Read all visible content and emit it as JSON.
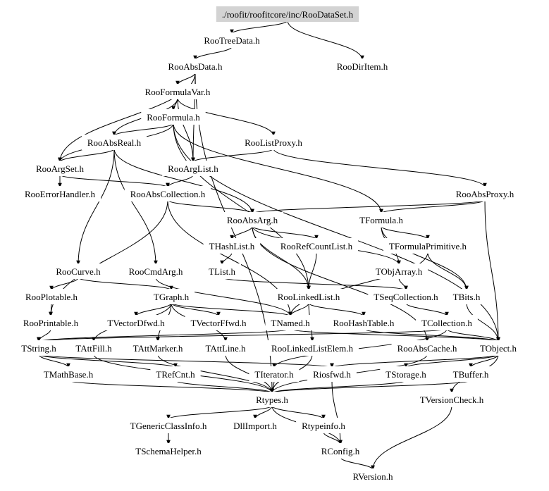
{
  "diagram": {
    "type": "include-dependency-graph",
    "root": "./roofit/roofitcore/inc/RooDataSet.h",
    "root_fill": "#d3d3d3",
    "edge_color": "#000000",
    "text_color": "#000000",
    "nodes": [
      {
        "id": "RooDataSet",
        "label": "./roofit/roofitcore/inc/RooDataSet.h",
        "root": true
      },
      {
        "id": "RooTreeData",
        "label": "RooTreeData.h"
      },
      {
        "id": "RooDirItem",
        "label": "RooDirItem.h"
      },
      {
        "id": "RooAbsData",
        "label": "RooAbsData.h"
      },
      {
        "id": "RooFormulaVar",
        "label": "RooFormulaVar.h"
      },
      {
        "id": "RooFormula",
        "label": "RooFormula.h"
      },
      {
        "id": "RooAbsReal",
        "label": "RooAbsReal.h"
      },
      {
        "id": "RooListProxy",
        "label": "RooListProxy.h"
      },
      {
        "id": "RooArgSet",
        "label": "RooArgSet.h"
      },
      {
        "id": "RooArgList",
        "label": "RooArgList.h"
      },
      {
        "id": "RooErrorHandler",
        "label": "RooErrorHandler.h"
      },
      {
        "id": "RooAbsCollection",
        "label": "RooAbsCollection.h"
      },
      {
        "id": "RooAbsProxy",
        "label": "RooAbsProxy.h"
      },
      {
        "id": "RooAbsArg",
        "label": "RooAbsArg.h"
      },
      {
        "id": "TFormula",
        "label": "TFormula.h"
      },
      {
        "id": "THashList",
        "label": "THashList.h"
      },
      {
        "id": "RooRefCountList",
        "label": "RooRefCountList.h"
      },
      {
        "id": "TFormulaPrimitive",
        "label": "TFormulaPrimitive.h"
      },
      {
        "id": "RooCurve",
        "label": "RooCurve.h"
      },
      {
        "id": "RooCmdArg",
        "label": "RooCmdArg.h"
      },
      {
        "id": "TList",
        "label": "TList.h"
      },
      {
        "id": "TObjArray",
        "label": "TObjArray.h"
      },
      {
        "id": "RooPlotable",
        "label": "RooPlotable.h"
      },
      {
        "id": "TGraph",
        "label": "TGraph.h"
      },
      {
        "id": "RooLinkedList",
        "label": "RooLinkedList.h"
      },
      {
        "id": "TSeqCollection",
        "label": "TSeqCollection.h"
      },
      {
        "id": "TBits",
        "label": "TBits.h"
      },
      {
        "id": "RooPrintable",
        "label": "RooPrintable.h"
      },
      {
        "id": "TVectorDfwd",
        "label": "TVectorDfwd.h"
      },
      {
        "id": "TVectorFfwd",
        "label": "TVectorFfwd.h"
      },
      {
        "id": "TNamed",
        "label": "TNamed.h"
      },
      {
        "id": "RooHashTable",
        "label": "RooHashTable.h"
      },
      {
        "id": "TCollection",
        "label": "TCollection.h"
      },
      {
        "id": "TString",
        "label": "TString.h"
      },
      {
        "id": "TAttFill",
        "label": "TAttFill.h"
      },
      {
        "id": "TAttMarker",
        "label": "TAttMarker.h"
      },
      {
        "id": "TAttLine",
        "label": "TAttLine.h"
      },
      {
        "id": "RooLinkedListElem",
        "label": "RooLinkedListElem.h"
      },
      {
        "id": "RooAbsCache",
        "label": "RooAbsCache.h"
      },
      {
        "id": "TObject",
        "label": "TObject.h"
      },
      {
        "id": "TMathBase",
        "label": "TMathBase.h"
      },
      {
        "id": "TRefCnt",
        "label": "TRefCnt.h"
      },
      {
        "id": "TIterator",
        "label": "TIterator.h"
      },
      {
        "id": "Riosfwd",
        "label": "Riosfwd.h"
      },
      {
        "id": "TStorage",
        "label": "TStorage.h"
      },
      {
        "id": "TBuffer",
        "label": "TBuffer.h"
      },
      {
        "id": "Rtypes",
        "label": "Rtypes.h"
      },
      {
        "id": "TVersionCheck",
        "label": "TVersionCheck.h"
      },
      {
        "id": "TGenericClassInfo",
        "label": "TGenericClassInfo.h"
      },
      {
        "id": "DllImport",
        "label": "DllImport.h"
      },
      {
        "id": "Rtypeinfo",
        "label": "Rtypeinfo.h"
      },
      {
        "id": "TSchemaHelper",
        "label": "TSchemaHelper.h"
      },
      {
        "id": "RConfig",
        "label": "RConfig.h"
      },
      {
        "id": "RVersion",
        "label": "RVersion.h"
      }
    ],
    "edges": [
      [
        "RooDataSet",
        "RooTreeData"
      ],
      [
        "RooDataSet",
        "RooDirItem"
      ],
      [
        "RooTreeData",
        "RooAbsData"
      ],
      [
        "RooAbsData",
        "RooFormulaVar"
      ],
      [
        "RooAbsData",
        "RooArgSet"
      ],
      [
        "RooAbsData",
        "RooArgList"
      ],
      [
        "RooAbsData",
        "Rtypes"
      ],
      [
        "RooFormulaVar",
        "RooFormula"
      ],
      [
        "RooFormulaVar",
        "RooAbsReal"
      ],
      [
        "RooFormulaVar",
        "RooListProxy"
      ],
      [
        "RooFormulaVar",
        "RooArgList"
      ],
      [
        "RooFormula",
        "RooAbsReal"
      ],
      [
        "RooFormula",
        "RooArgSet"
      ],
      [
        "RooFormula",
        "TFormula"
      ],
      [
        "RooFormula",
        "RooLinkedList"
      ],
      [
        "RooFormula",
        "TObject"
      ],
      [
        "RooAbsReal",
        "RooArgSet"
      ],
      [
        "RooAbsReal",
        "RooAbsArg"
      ],
      [
        "RooAbsReal",
        "RooCurve"
      ],
      [
        "RooAbsReal",
        "RooCmdArg"
      ],
      [
        "RooListProxy",
        "RooArgList"
      ],
      [
        "RooListProxy",
        "RooAbsProxy"
      ],
      [
        "RooArgSet",
        "RooErrorHandler"
      ],
      [
        "RooArgSet",
        "RooAbsCollection"
      ],
      [
        "RooArgList",
        "RooAbsCollection"
      ],
      [
        "RooAbsCollection",
        "RooAbsArg"
      ],
      [
        "RooAbsCollection",
        "TNamed"
      ],
      [
        "RooAbsCollection",
        "RooPrintable"
      ],
      [
        "RooAbsProxy",
        "RooAbsArg"
      ],
      [
        "RooAbsProxy",
        "TFormula"
      ],
      [
        "RooAbsProxy",
        "TObject"
      ],
      [
        "RooAbsArg",
        "THashList"
      ],
      [
        "RooAbsArg",
        "RooRefCountList"
      ],
      [
        "RooAbsArg",
        "TObjArray"
      ],
      [
        "RooAbsArg",
        "RooLinkedList"
      ],
      [
        "RooAbsArg",
        "RooAbsCache"
      ],
      [
        "TFormula",
        "TFormulaPrimitive"
      ],
      [
        "TFormula",
        "TObjArray"
      ],
      [
        "TFormula",
        "TBits"
      ],
      [
        "THashList",
        "TList"
      ],
      [
        "RooRefCountList",
        "RooLinkedList"
      ],
      [
        "TFormulaPrimitive",
        "TBits"
      ],
      [
        "TFormulaPrimitive",
        "TNamed"
      ],
      [
        "RooCurve",
        "RooPlotable"
      ],
      [
        "RooCurve",
        "TGraph"
      ],
      [
        "RooCmdArg",
        "TNamed"
      ],
      [
        "TList",
        "TSeqCollection"
      ],
      [
        "TObjArray",
        "TSeqCollection"
      ],
      [
        "RooPlotable",
        "RooPrintable"
      ],
      [
        "TGraph",
        "TVectorDfwd"
      ],
      [
        "TGraph",
        "TVectorFfwd"
      ],
      [
        "TGraph",
        "TNamed"
      ],
      [
        "TGraph",
        "TAttFill"
      ],
      [
        "TGraph",
        "TAttMarker"
      ],
      [
        "TGraph",
        "TAttLine"
      ],
      [
        "RooLinkedList",
        "TNamed"
      ],
      [
        "RooLinkedList",
        "RooHashTable"
      ],
      [
        "RooLinkedList",
        "RooLinkedListElem"
      ],
      [
        "TSeqCollection",
        "TCollection"
      ],
      [
        "TBits",
        "TObject"
      ],
      [
        "RooPrintable",
        "TString"
      ],
      [
        "TNamed",
        "TString"
      ],
      [
        "TNamed",
        "TObject"
      ],
      [
        "RooHashTable",
        "TObject"
      ],
      [
        "TCollection",
        "TObject"
      ],
      [
        "TCollection",
        "TIterator"
      ],
      [
        "TCollection",
        "TString"
      ],
      [
        "TString",
        "TMathBase"
      ],
      [
        "TString",
        "TRefCnt"
      ],
      [
        "TString",
        "Riosfwd"
      ],
      [
        "TAttFill",
        "Rtypes"
      ],
      [
        "TAttMarker",
        "Rtypes"
      ],
      [
        "TAttLine",
        "Rtypes"
      ],
      [
        "RooLinkedListElem",
        "Rtypes"
      ],
      [
        "RooAbsCache",
        "Rtypes"
      ],
      [
        "TObject",
        "TStorage"
      ],
      [
        "TObject",
        "TBuffer"
      ],
      [
        "TObject",
        "TVersionCheck"
      ],
      [
        "TObject",
        "Riosfwd"
      ],
      [
        "TMathBase",
        "Rtypes"
      ],
      [
        "TRefCnt",
        "Rtypes"
      ],
      [
        "TIterator",
        "Rtypes"
      ],
      [
        "TStorage",
        "Rtypes"
      ],
      [
        "TBuffer",
        "Rtypes"
      ],
      [
        "Riosfwd",
        "RConfig"
      ],
      [
        "Rtypes",
        "TGenericClassInfo"
      ],
      [
        "Rtypes",
        "DllImport"
      ],
      [
        "Rtypes",
        "Rtypeinfo"
      ],
      [
        "Rtypes",
        "RConfig"
      ],
      [
        "TGenericClassInfo",
        "TSchemaHelper"
      ],
      [
        "Rtypeinfo",
        "RConfig"
      ],
      [
        "RConfig",
        "RVersion"
      ],
      [
        "TVersionCheck",
        "RVersion"
      ]
    ]
  }
}
